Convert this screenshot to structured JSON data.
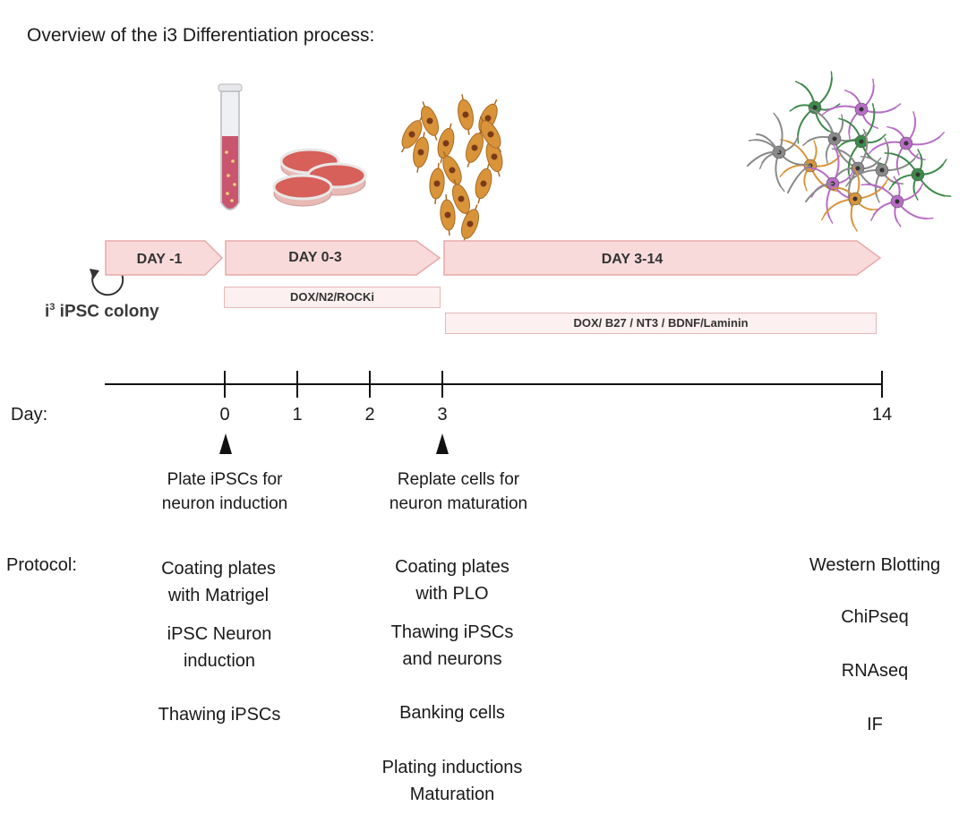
{
  "title": "Overview of the i3 Differentiation process:",
  "colony_label": {
    "prefix": "i",
    "superscript": "3",
    "rest": " iPSC colony"
  },
  "phases": [
    {
      "label": "DAY -1"
    },
    {
      "label": "DAY 0-3"
    },
    {
      "label": "DAY 3-14"
    }
  ],
  "reagents": [
    {
      "label": "DOX/N2/ROCKi"
    },
    {
      "label": "DOX/ B27 / NT3 / BDNF/Laminin"
    }
  ],
  "timeline": {
    "label": "Day:",
    "ticks": [
      {
        "label": "0"
      },
      {
        "label": "1"
      },
      {
        "label": "2"
      },
      {
        "label": "3"
      },
      {
        "label": "14"
      }
    ]
  },
  "events": [
    {
      "line1": "Plate iPSCs for",
      "line2": "neuron induction"
    },
    {
      "line1": "Replate cells for",
      "line2": "neuron maturation"
    }
  ],
  "protocol": {
    "label": "Protocol:",
    "day0": [
      {
        "line1": "Coating plates",
        "line2": "with Matrigel"
      },
      {
        "line1": "iPSC Neuron",
        "line2": "induction"
      },
      {
        "line1": "Thawing iPSCs",
        "line2": ""
      }
    ],
    "day3": [
      {
        "line1": "Coating plates",
        "line2": "with PLO"
      },
      {
        "line1": "Thawing iPSCs",
        "line2": "and neurons"
      },
      {
        "line1": "Banking cells",
        "line2": ""
      },
      {
        "line1": "Plating inductions",
        "line2": "Maturation"
      }
    ],
    "day14": [
      {
        "line1": "Western Blotting"
      },
      {
        "line1": "ChiPseq"
      },
      {
        "line1": "RNAseq"
      },
      {
        "line1": "IF"
      }
    ]
  },
  "colors": {
    "phase_fill": "#f9dada",
    "phase_stroke": "#e9a9a9",
    "tube_liquid": "#c9566e",
    "dish_media": "#d8605a",
    "neuron_orange": "#d9943a",
    "neuron_green": "#3d8a4a",
    "neuron_purple": "#b86cc6",
    "neuron_gray": "#8a8a8a"
  }
}
